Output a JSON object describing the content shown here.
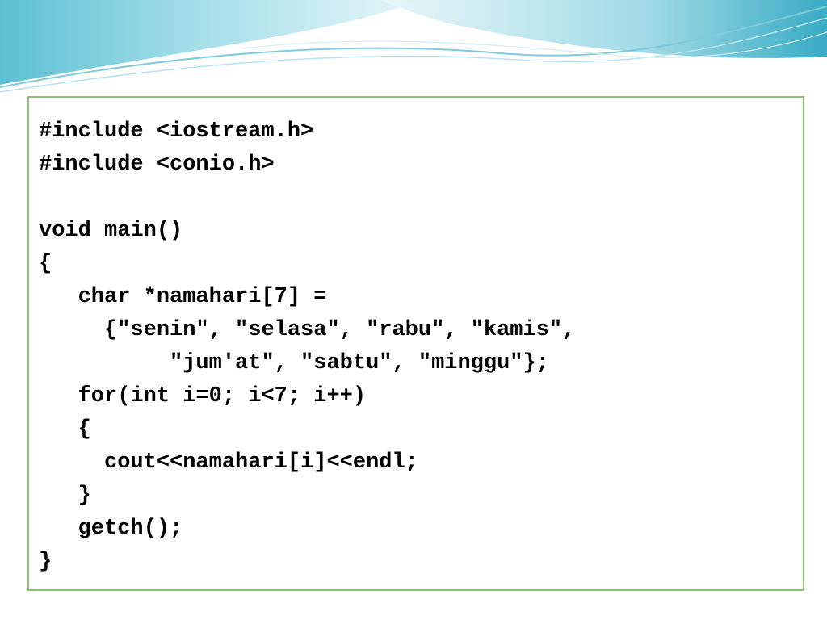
{
  "colors": {
    "border": "#8cc36e",
    "wave_light": "#d8f0f4",
    "wave_mid": "#8fd3e0",
    "wave_dark": "#3fb0c8",
    "text": "#000000"
  },
  "code": {
    "lines": [
      "#include <iostream.h>",
      "#include <conio.h>",
      "",
      "void main()",
      "{",
      "   char *namahari[7] =",
      "     {\"senin\", \"selasa\", \"rabu\", \"kamis\",",
      "          \"jum'at\", \"sabtu\", \"minggu\"};",
      "   for(int i=0; i<7; i++)",
      "   {",
      "     cout<<namahari[i]<<endl;",
      "   }",
      "   getch();",
      "}"
    ]
  }
}
